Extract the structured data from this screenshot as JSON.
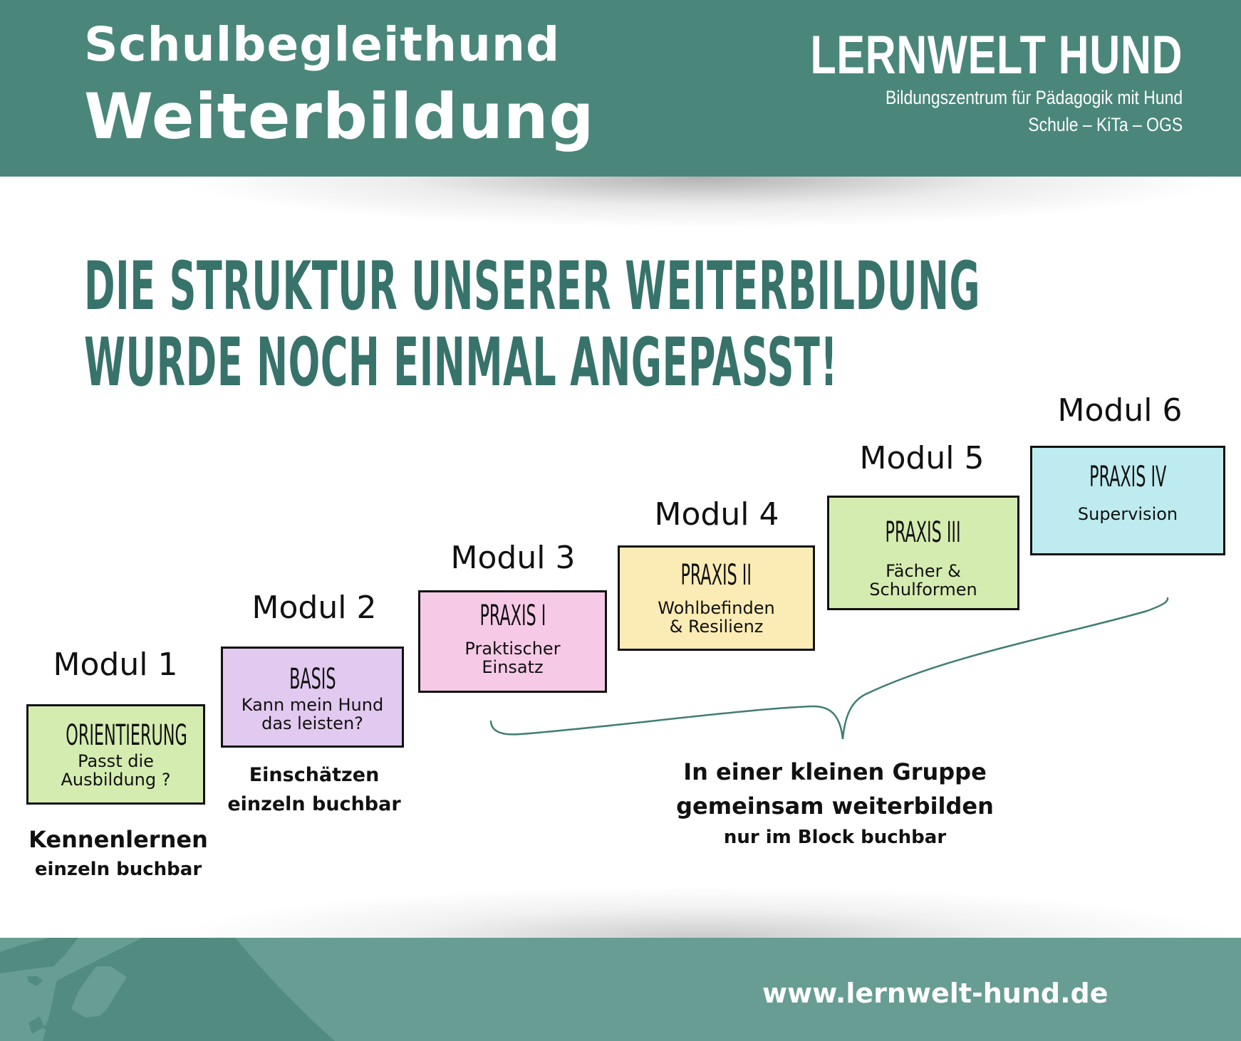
{
  "header": {
    "line1": "Schulbegleithund",
    "line2": "Weiterbildung",
    "brand_name": "LERNWELT HUND",
    "brand_tagline": "Bildungszentrum für Pädagogik mit Hund",
    "brand_scope": "Schule – KiTa – OGS",
    "color": "#4a877a"
  },
  "headline": {
    "line1": "DIE STRUKTUR UNSERER WEITERBILDUNG",
    "line2": "WURDE NOCH EINMAL ANGEPASST!",
    "color": "#37736a"
  },
  "modules": [
    {
      "label": "Modul 1",
      "title": "ORIENTIERUNG",
      "desc": "Passt die\nAusbildung ?",
      "color": "#d5ecb0"
    },
    {
      "label": "Modul 2",
      "title": "BASIS",
      "desc": "Kann mein Hund\ndas leisten?",
      "color": "#e2c9f0"
    },
    {
      "label": "Modul 3",
      "title": "PRAXIS I",
      "desc": "Praktischer\nEinsatz",
      "color": "#f6cae6"
    },
    {
      "label": "Modul 4",
      "title": "PRAXIS II",
      "desc": "Wohlbefinden\n& Resilienz",
      "color": "#fbecb5"
    },
    {
      "label": "Modul 5",
      "title": "PRAXIS III",
      "desc": "Fächer &\nSchulformen",
      "color": "#d5ecb0"
    },
    {
      "label": "Modul 6",
      "title": "PRAXIS IV",
      "desc": "Supervision",
      "color": "#bdebef"
    }
  ],
  "captions": {
    "modul1": {
      "main": "Kennenlernen",
      "sub": "einzeln buchbar"
    },
    "modul2": {
      "main": "Einschätzen",
      "sub": "einzeln buchbar"
    },
    "group": {
      "line1": "In einer kleinen Gruppe",
      "line2": "gemeinsam weiterbilden",
      "sub": "nur im Block buchbar"
    }
  },
  "footer": {
    "url": "www.lernwelt-hund.de",
    "color": "#679d93"
  },
  "icons": {
    "globe": "globe-icon",
    "brace": "curly-brace"
  }
}
